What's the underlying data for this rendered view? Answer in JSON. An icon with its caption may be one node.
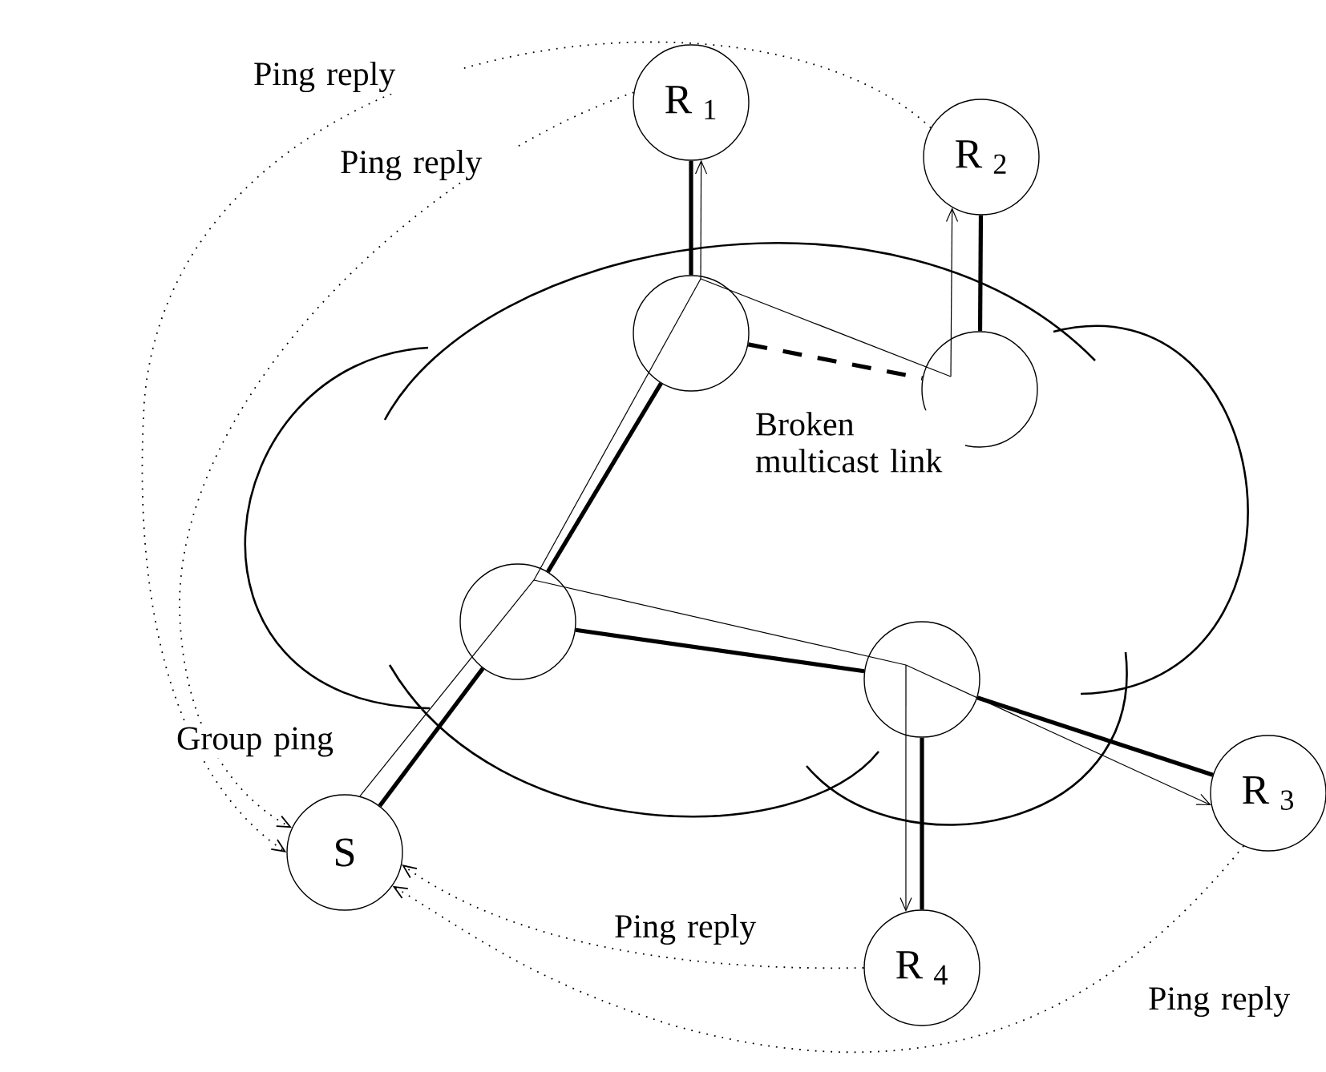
{
  "diagram": {
    "nodes": [
      {
        "text": [
          "S"
        ]
      },
      {
        "text": [
          "R $_{1}$"
        ]
      },
      {
        "text": [
          "R $_{2}$"
        ]
      },
      {
        "text": [
          "R $_{3}$"
        ]
      },
      {
        "text": [
          "R $_{4}$"
        ]
      },
      {
        "text": [],
        "shape": "circle"
      },
      {
        "text": [],
        "shape": "circle"
      },
      {
        "text": [],
        "shape": "circle"
      },
      {
        "text": [],
        "shape": "circle"
      }
    ],
    "edges": [
      {
        "from": 0,
        "to": 7,
        "arrow": "none",
        "style": "thick"
      },
      {
        "from": 7,
        "to": 5,
        "arrow": "none",
        "style": "thick"
      },
      {
        "from": 5,
        "to": 1,
        "arrow": "none",
        "style": "thick"
      },
      {
        "from": 5,
        "to": 6,
        "arrow": "none",
        "style": "dashed",
        "label": "Broken multicast link"
      },
      {
        "from": 6,
        "to": 2,
        "arrow": "none",
        "style": "thick"
      },
      {
        "from": 7,
        "to": 8,
        "arrow": "none",
        "style": "thick"
      },
      {
        "from": 8,
        "to": 3,
        "arrow": "none",
        "style": "thick"
      },
      {
        "from": 8,
        "to": 4,
        "arrow": "none",
        "style": "thick"
      },
      {
        "from": 0,
        "to": 7,
        "arrow": "none",
        "label": "Group ping"
      },
      {
        "from": 7,
        "to": 5,
        "arrow": "none"
      },
      {
        "from": 5,
        "to": 1,
        "arrow": "to"
      },
      {
        "from": 5,
        "to": 6,
        "arrow": "none"
      },
      {
        "from": 7,
        "to": 8,
        "arrow": "none"
      },
      {
        "from": 8,
        "to": 3,
        "arrow": "to"
      },
      {
        "from": 8,
        "to": 4,
        "arrow": "to"
      },
      {
        "from": 2,
        "to": 0,
        "arrow": "to",
        "style": "dashed",
        "label": "Ping reply"
      },
      {
        "from": 1,
        "to": 0,
        "arrow": "to",
        "style": "dashed",
        "label": "Ping reply"
      },
      {
        "from": 4,
        "to": 0,
        "arrow": "to",
        "style": "dashed",
        "label": "Ping reply"
      },
      {
        "from": 3,
        "to": 0,
        "arrow": "to",
        "style": "dashed",
        "label": "Ping reply"
      },
      {
        "from": 6,
        "to": 2,
        "arrow": "to"
      }
    ]
  }
}
